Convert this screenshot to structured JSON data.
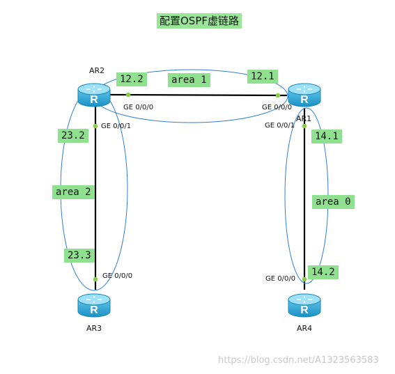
{
  "title": "配置OSPF虚链路",
  "routers": {
    "ar1": "AR1",
    "ar2": "AR2",
    "ar3": "AR3",
    "ar4": "AR4"
  },
  "router_icon_letter": "R",
  "router_icon": "router-icon",
  "colors": {
    "tag_bg": "#8fe08f",
    "area_outline": "#2f7ed8",
    "link": "#000000",
    "port_dot": "#8ccc4a",
    "router_body": "#3fb0de"
  },
  "areas": {
    "area1": "area 1",
    "area2": "area 2",
    "area0": "area 0"
  },
  "addresses": {
    "ar2_ar1_ar2": "12.2",
    "ar2_ar1_ar1": "12.1",
    "ar2_ar3_ar2": "23.2",
    "ar2_ar3_ar3": "23.3",
    "ar1_ar4_ar1": "14.1",
    "ar1_ar4_ar4": "14.2"
  },
  "ports": {
    "ar2_g0": "GE 0/0/0",
    "ar2_g1": "GE 0/0/1",
    "ar1_g0": "GE 0/0/0",
    "ar1_g1": "GE 0/0/1",
    "ar3_g0": "GE 0/0/0",
    "ar4_g0": "GE 0/0/0"
  },
  "watermark": "https://blog.csdn.net/A1323563583"
}
